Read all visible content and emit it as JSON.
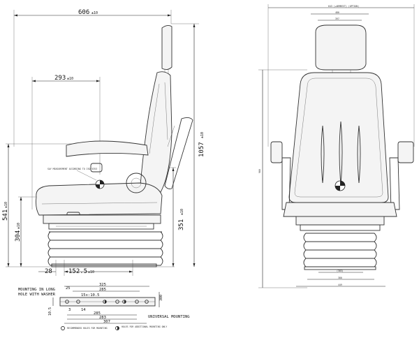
{
  "side_view": {
    "overall_depth": "606",
    "overall_depth_tol": "±10",
    "backrest_offset": "293",
    "backrest_offset_tol": "±10",
    "overall_height": "1057",
    "overall_height_tol": "±10",
    "seat_height": "541",
    "seat_height_tol": "±10",
    "base_height": "304",
    "base_height_tol": "±10",
    "adjust_height": "351",
    "adjust_height_tol": "±10",
    "front_offset": "28",
    "mount_offset": "152.5",
    "mount_offset_tol": "±10",
    "callout": "SAY MEASUREMENT ACCORDING TO ISO 5353"
  },
  "front_view": {
    "overall_width_label": "643 (+ARMREST) (OPTION)",
    "backrest_width": "480",
    "headrest_width": "397",
    "height_label": "980",
    "base_width_1": "(383)",
    "base_width_2": "380",
    "base_width_3": "449"
  },
  "mounting": {
    "label": "MOUNTING IN LONG HOLE WITH WASHER",
    "dim_325": "325",
    "dim_285_top": "285",
    "dim_25": "25",
    "slot": "15x:10.5",
    "dim_10_5": "10.5",
    "dim_3": "3",
    "dim_14": "14",
    "dim_285": "285",
    "dim_283": "283",
    "dim_307": "307",
    "dim_300": "300",
    "universal": "UNIVERSAL MOUNTING",
    "legend_recommended": "RECOMMENDED HOLES FOR MOUNTING",
    "legend_additional": "HOLES FOR ADDITIONAL MOUNTING ONLY"
  }
}
